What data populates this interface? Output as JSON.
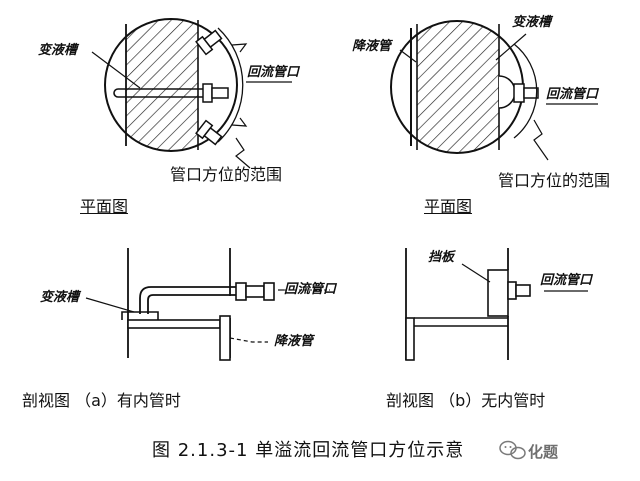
{
  "labels": {
    "left_plan_trough": "变液槽",
    "left_plan_outlet": "回流管口",
    "left_plan_range": "管口方位的范围",
    "left_plan_view": "平面图",
    "right_plan_weir": "降液管",
    "right_plan_trough": "变液槽",
    "right_plan_outlet": "回流管口",
    "right_plan_range": "管口方位的范围",
    "right_plan_view": "平面图",
    "left_sec_trough": "变液槽",
    "left_sec_outlet": "回流管口",
    "left_sec_downcomer": "降液管",
    "left_sec_caption": "剖视图 （a）有内管时",
    "right_sec_baffle": "挡板",
    "right_sec_outlet": "回流管口",
    "right_sec_caption": "剖视图 （b）无内管时"
  },
  "figure_caption": "图 2.1.3-1 单溢流回流管口方位示意",
  "watermark": "化题",
  "icons": {
    "watermark_logo": "wechat-logo-icon"
  }
}
